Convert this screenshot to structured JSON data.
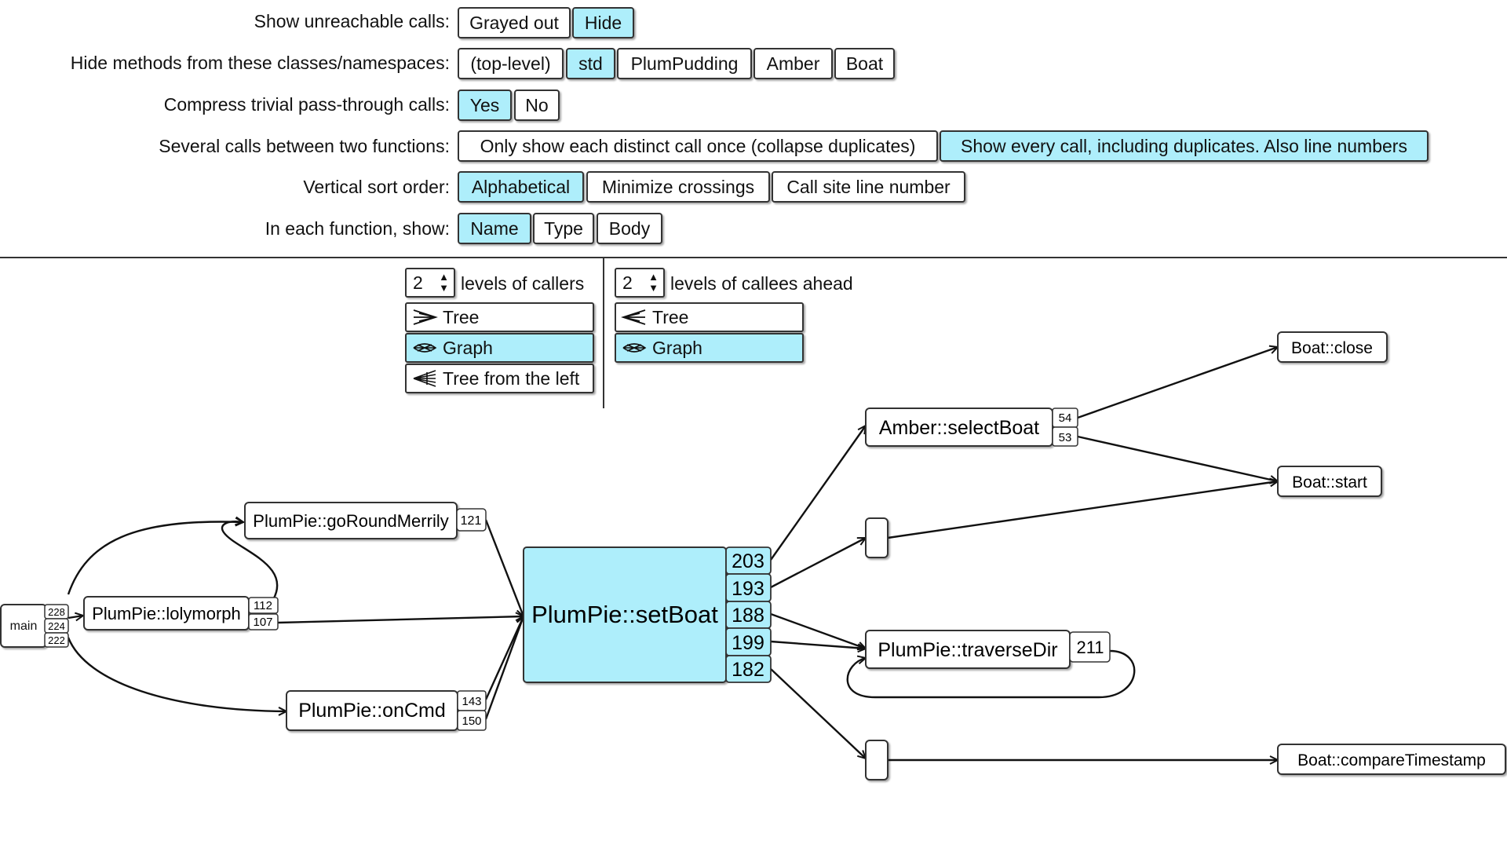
{
  "options": [
    {
      "label": "Show unreachable calls:",
      "buttons": [
        {
          "text": "Grayed out",
          "selected": false
        },
        {
          "text": "Hide",
          "selected": true
        }
      ]
    },
    {
      "label": "Hide methods from these classes/namespaces:",
      "buttons": [
        {
          "text": "(top-level)",
          "selected": false
        },
        {
          "text": "std",
          "selected": true
        },
        {
          "text": "PlumPudding",
          "selected": false
        },
        {
          "text": "Amber",
          "selected": false
        },
        {
          "text": "Boat",
          "selected": false
        }
      ]
    },
    {
      "label": "Compress trivial pass-through calls:",
      "buttons": [
        {
          "text": "Yes",
          "selected": true
        },
        {
          "text": "No",
          "selected": false
        }
      ]
    },
    {
      "label": "Several calls between two functions:",
      "buttons": [
        {
          "text": "Only show each distinct call once (collapse duplicates)",
          "selected": false
        },
        {
          "text": "Show every call, including duplicates. Also line numbers",
          "selected": true
        }
      ]
    },
    {
      "label": "Vertical sort order:",
      "buttons": [
        {
          "text": "Alphabetical",
          "selected": true
        },
        {
          "text": "Minimize crossings",
          "selected": false
        },
        {
          "text": "Call site line number",
          "selected": false
        }
      ]
    },
    {
      "label": "In each function, show:",
      "buttons": [
        {
          "text": "Name",
          "selected": true
        },
        {
          "text": "Type",
          "selected": false
        },
        {
          "text": "Body",
          "selected": false
        }
      ]
    }
  ],
  "callers": {
    "levels": "2",
    "levels_label": "levels of callers",
    "modes": [
      {
        "text": "Tree",
        "selected": false
      },
      {
        "text": "Graph",
        "selected": true
      },
      {
        "text": "Tree from the left",
        "selected": false
      }
    ]
  },
  "callees": {
    "levels": "2",
    "levels_label": "levels of callees ahead",
    "modes": [
      {
        "text": "Tree",
        "selected": false
      },
      {
        "text": "Graph",
        "selected": true
      }
    ]
  },
  "graph": {
    "main": {
      "name": "main",
      "lines": [
        "228",
        "224",
        "222"
      ]
    },
    "callers": [
      {
        "name": "PlumPie::goRoundMerrily",
        "lines": [
          "121"
        ]
      },
      {
        "name": "PlumPie::lolymorph",
        "lines": [
          "112",
          "107"
        ]
      },
      {
        "name": "PlumPie::onCmd",
        "lines": [
          "143",
          "150"
        ]
      }
    ],
    "center": {
      "name": "PlumPie::setBoat",
      "lines": [
        "203",
        "193",
        "188",
        "199",
        "182"
      ]
    },
    "callees": [
      {
        "name": "Amber::selectBoat",
        "lines": [
          "54",
          "53"
        ]
      },
      {
        "name": "PlumPie::traverseDir",
        "lines": [
          "211"
        ]
      }
    ],
    "leaves": [
      "Boat::close",
      "Boat::start",
      "Boat::compareTimestamp"
    ]
  },
  "colors": {
    "selected": "#aeeefb",
    "border": "#333333",
    "edge": "#111111"
  }
}
